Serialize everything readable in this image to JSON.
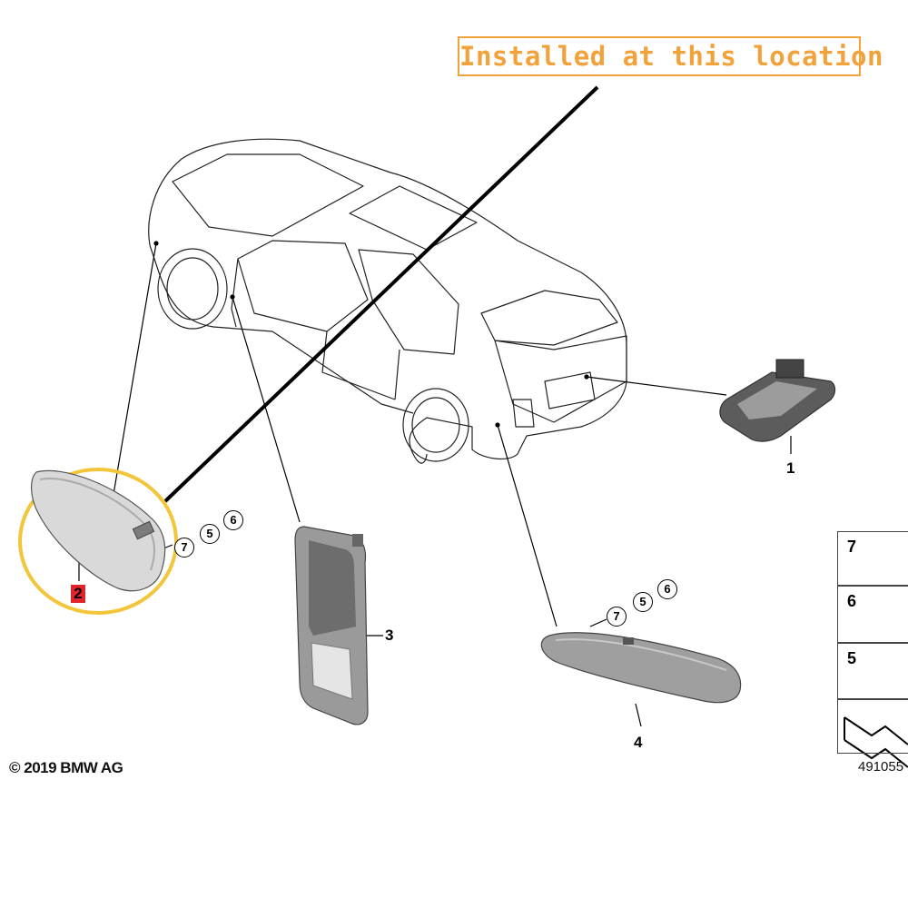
{
  "callout": {
    "text": "Installed at this location",
    "color": "#f2a23a"
  },
  "highlight_color": "#f2c53a",
  "parts": {
    "p1": "1",
    "p2": "2",
    "p3": "3",
    "p4": "4"
  },
  "fasteners_left": {
    "a": "7",
    "b": "5",
    "c": "6"
  },
  "fasteners_right": {
    "a": "7",
    "b": "5",
    "c": "6"
  },
  "legend": {
    "items": [
      "7",
      "6",
      "5"
    ]
  },
  "copyright": "© 2019 BMW AG",
  "document_number": "491055",
  "icons": [
    "car-outline-icon",
    "license-plate-light-icon",
    "side-marker-light-icon",
    "interior-light-icon",
    "washer-icon",
    "screw-icon",
    "nut-icon"
  ]
}
